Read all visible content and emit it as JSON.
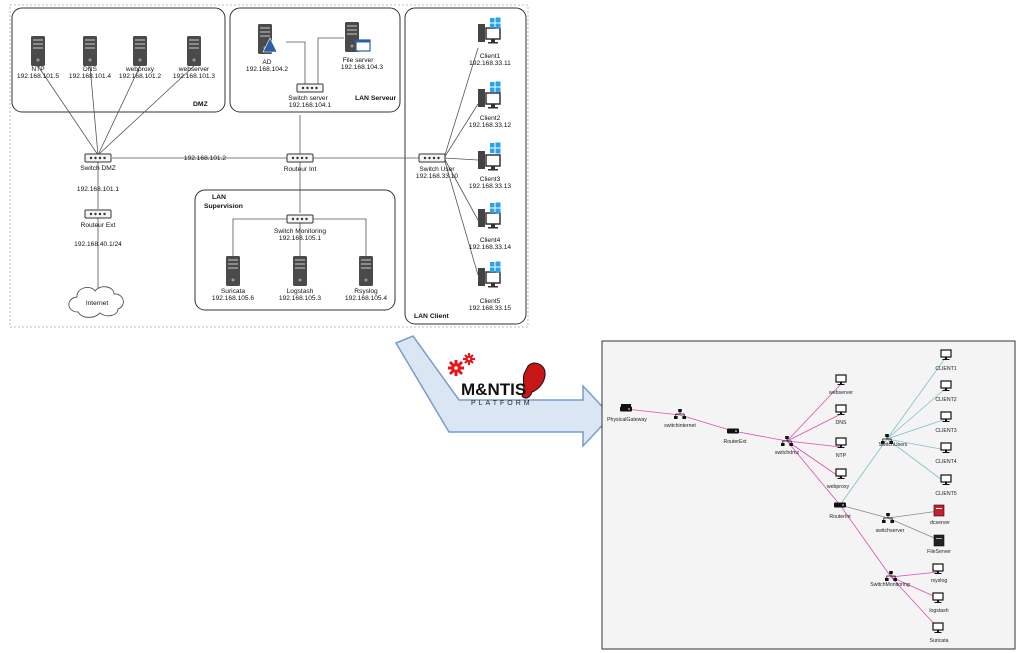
{
  "zones": {
    "dmz": "DMZ",
    "lan_serveur": "LAN Serveur",
    "lan_client": "LAN Client",
    "lan_supervision_line1": "LAN",
    "lan_supervision_line2": "Supervision"
  },
  "dmz_servers": [
    {
      "name": "NTP",
      "ip": "192.168.101.5"
    },
    {
      "name": "DNS",
      "ip": "192.168.101.4"
    },
    {
      "name": "webproxy",
      "ip": "192.168.101.2"
    },
    {
      "name": "webserver",
      "ip": "192.168.101.3"
    }
  ],
  "lan_serveur_nodes": {
    "ad": {
      "name": "AD",
      "ip": "192.168.104.2"
    },
    "fileserver": {
      "name": "File server",
      "ip": "192.168.104.3"
    },
    "switch": {
      "name": "Switch server",
      "ip": "192.168.104.1"
    }
  },
  "clients": [
    {
      "name": "Client1",
      "ip": "192.168.33.11"
    },
    {
      "name": "Client2",
      "ip": "192.168.33.12"
    },
    {
      "name": "Client3",
      "ip": "192.168.33.13"
    },
    {
      "name": "Client4",
      "ip": "192.168.33.14"
    },
    {
      "name": "Client5",
      "ip": "192.168.33.15"
    }
  ],
  "switches": {
    "dmz": "Switch DMZ",
    "routeur_int": "Routeur Int",
    "user": {
      "name": "Switch User",
      "ip": "192.168.33.10"
    },
    "monitoring": {
      "name": "Switch Monitoring",
      "ip": "192.168.105.1"
    },
    "routeur_ext": "Routeur Ext"
  },
  "links": {
    "dmz_int": "192.168.101.2",
    "dmz_ext": "192.168.101.1",
    "ext_internet": "192.168.40.1/24"
  },
  "internet": "Internet",
  "supervision": [
    {
      "name": "Suricata",
      "ip": "192.168.105.6"
    },
    {
      "name": "Logstash",
      "ip": "192.168.105.3"
    },
    {
      "name": "Rsyslog",
      "ip": "192.168.105.4"
    }
  ],
  "platform": {
    "logo_text": "M&NTIS",
    "sub": "PLATFORM"
  },
  "twin": {
    "nodes": {
      "gateway": "PhysicalGateway",
      "switchinternet": "switchinternet",
      "routerext": "RouterExt",
      "switchdmz": "switchdmz",
      "webserver": "webserver",
      "dns": "DNS",
      "ntp": "NTP",
      "webproxy": "webproxy",
      "routerint": "RouterInt",
      "switchusers": "SwitchUsers",
      "switchserver": "switchserver",
      "dcserver": "dcserver",
      "fileserver": "FileServer",
      "switchmonitoring": "SwitchMonitoring",
      "rsyslog": "rsyslog",
      "logstash": "logstash",
      "suricata": "Suricata",
      "client1": "CLIENT1",
      "client2": "CLIENT2",
      "client3": "CLIENT3",
      "client4": "CLIENT4",
      "client5": "CLIENT5"
    }
  },
  "colors": {
    "zone_border": "#333333",
    "outer_dashed": "#aaaaaa",
    "arrow_fill": "#dbe6f4",
    "arrow_stroke": "#7a9cc6",
    "gear": "#e0191a",
    "twin_pink": "#d94fb4",
    "twin_teal": "#7fbfc8",
    "twin_gray": "#8a8a8a",
    "dc_red": "#c8202a",
    "windows_blue": "#2aa3ef"
  }
}
